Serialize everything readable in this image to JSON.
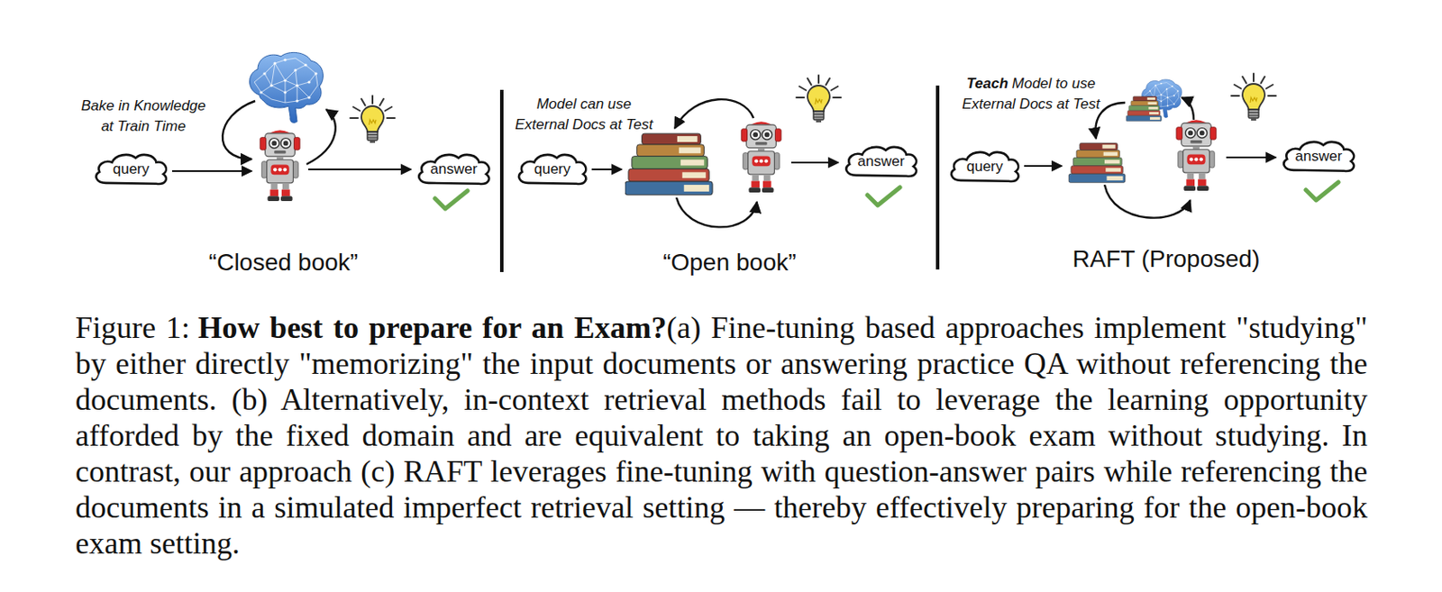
{
  "diagram": {
    "nodes": [
      {
        "text": [
          "query"
        ]
      },
      {
        "text": [
          "answer"
        ]
      },
      {
        "text": [
          "query"
        ]
      },
      {
        "text": [
          "answer"
        ]
      },
      {
        "text": [
          "query"
        ]
      },
      {
        "text": [
          "answer"
        ]
      }
    ],
    "labels": [
      "Bake in Knowledge at Train Time",
      "Model can use External Docs at Test",
      "Teach",
      "Model to use External Docs at Test",
      "“Closed book”",
      "“Open book”",
      "RAFT (Proposed)",
      "Figure 1:",
      "How best to prepare for an Exam?",
      "(a) Fine-tuning based approaches implement \"studying\" by either directly \"memorizing\" the input documents or answering practice QA without referencing the documents. (b) Alternatively, in-context retrieval methods fail to leverage the learning opportunity afforded by the fixed domain and are equivalent to taking an open-book exam without studying. In contrast, our approach (c) RAFT leverages fine-tuning with question-answer pairs while referencing the documents in a simulated imperfect retrieval setting — thereby effectively preparing for the open-book exam setting."
    ]
  }
}
